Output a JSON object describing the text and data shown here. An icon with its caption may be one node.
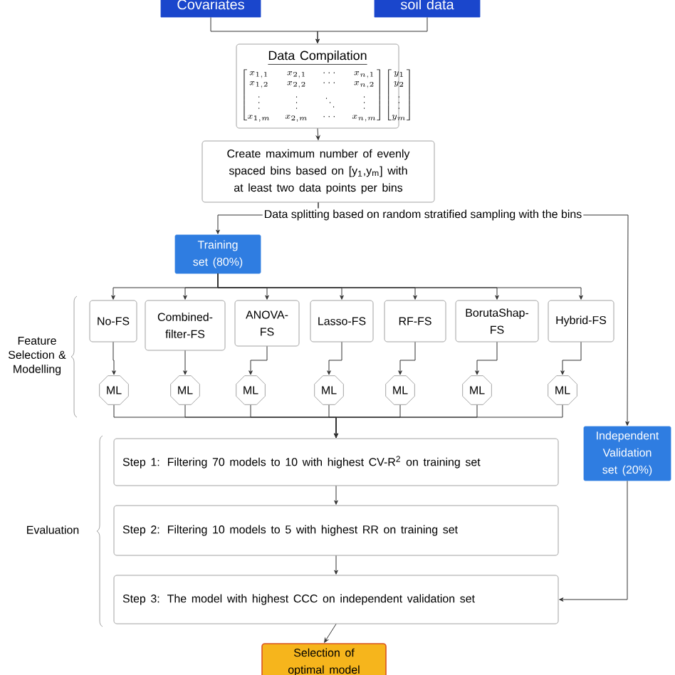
{
  "diagram": {
    "nodes": [
      {
        "text": [
          "Covariates"
        ]
      },
      {
        "text": [
          "soil data"
        ]
      },
      {
        "text": [
          "Data Compilation",
          "\\begin{bmatrix} x_{1,1} & x_{2,1} & \\cdots & x_{n,1}\\\\ x_{1,2} & x_{2,2} & \\cdots & x_{n,2}\\\\ \\vdots & \\vdots & \\ddots & \\vdots\\\\ x_{1,m} & x_{2,m} & \\cdots & x_{n,m} \\end{bmatrix}\\begin{bmatrix} y_1\\\\ y_2\\\\ \\vdots\\\\ y_m \\end{bmatrix}"
        ]
      },
      {
        "text": [
          "Create maximum number of evenly spaced bins based on [y$_{1}$,y$_{m}$] with at least two data points per bins"
        ]
      },
      {
        "text": [
          "Training set (80%)"
        ]
      },
      {
        "text": [
          "No-FS"
        ]
      },
      {
        "text": [
          "Combined-filter-FS"
        ]
      },
      {
        "text": [
          "ANOVA-FS"
        ]
      },
      {
        "text": [
          "Lasso-FS"
        ]
      },
      {
        "text": [
          "RF-FS"
        ]
      },
      {
        "text": [
          "BorutaShap-FS"
        ]
      },
      {
        "text": [
          "Hybrid-FS"
        ]
      },
      {
        "text": [
          "ML"
        ]
      },
      {
        "text": [
          "ML"
        ]
      },
      {
        "text": [
          "ML"
        ]
      },
      {
        "text": [
          "ML"
        ]
      },
      {
        "text": [
          "ML"
        ]
      },
      {
        "text": [
          "ML"
        ]
      },
      {
        "text": [
          "ML"
        ]
      },
      {
        "text": [
          "Step 1: Filtering 70 models to 10 with highest CV-R$^{2}$ on training set"
        ]
      },
      {
        "text": [
          "Step 2: Filtering 10 models to 5 with highest RR on training set"
        ]
      },
      {
        "text": [
          "Step 3: The model with highest  CCC on independent validation set"
        ]
      },
      {
        "text": [
          "Independent Validation set (20%)"
        ]
      },
      {
        "text": [
          "Selection of optimal model"
        ]
      }
    ],
    "edges": [
      {
        "from": 0,
        "to": 2,
        "arrow": "to"
      },
      {
        "from": 1,
        "to": 2,
        "arrow": "to"
      },
      {
        "from": 2,
        "to": 3,
        "arrow": "to"
      },
      {
        "from": 3,
        "to": 4,
        "arrow": "to",
        "label": "Data splitting based on random stratified sampling with the bins"
      },
      {
        "from": 3,
        "to": 22,
        "arrow": "to"
      },
      {
        "from": 4,
        "to": 5,
        "arrow": "to"
      },
      {
        "from": 4,
        "to": 6,
        "arrow": "to"
      },
      {
        "from": 4,
        "to": 7,
        "arrow": "to"
      },
      {
        "from": 4,
        "to": 8,
        "arrow": "to"
      },
      {
        "from": 4,
        "to": 9,
        "arrow": "to"
      },
      {
        "from": 4,
        "to": 10,
        "arrow": "to"
      },
      {
        "from": 4,
        "to": 11,
        "arrow": "to"
      },
      {
        "from": 5,
        "to": 12,
        "arrow": "to"
      },
      {
        "from": 6,
        "to": 13,
        "arrow": "to"
      },
      {
        "from": 7,
        "to": 14,
        "arrow": "to"
      },
      {
        "from": 8,
        "to": 15,
        "arrow": "to"
      },
      {
        "from": 9,
        "to": 16,
        "arrow": "to"
      },
      {
        "from": 10,
        "to": 17,
        "arrow": "to"
      },
      {
        "from": 11,
        "to": 18,
        "arrow": "to"
      },
      {
        "from": 12,
        "to": 19,
        "arrow": "to"
      },
      {
        "from": 13,
        "to": 19,
        "arrow": "to"
      },
      {
        "from": 14,
        "to": 19,
        "arrow": "to"
      },
      {
        "from": 15,
        "to": 19,
        "arrow": "to"
      },
      {
        "from": 16,
        "to": 19,
        "arrow": "to"
      },
      {
        "from": 17,
        "to": 19,
        "arrow": "to"
      },
      {
        "from": 18,
        "to": 19,
        "arrow": "to"
      },
      {
        "from": 19,
        "to": 20,
        "arrow": "to"
      },
      {
        "from": 20,
        "to": 21,
        "arrow": "to"
      },
      {
        "from": 22,
        "to": 21,
        "arrow": "to"
      },
      {
        "from": 21,
        "to": 23,
        "arrow": "to"
      }
    ],
    "labels": [
      "Feature Selection & Modelling",
      "Evaluation"
    ]
  }
}
